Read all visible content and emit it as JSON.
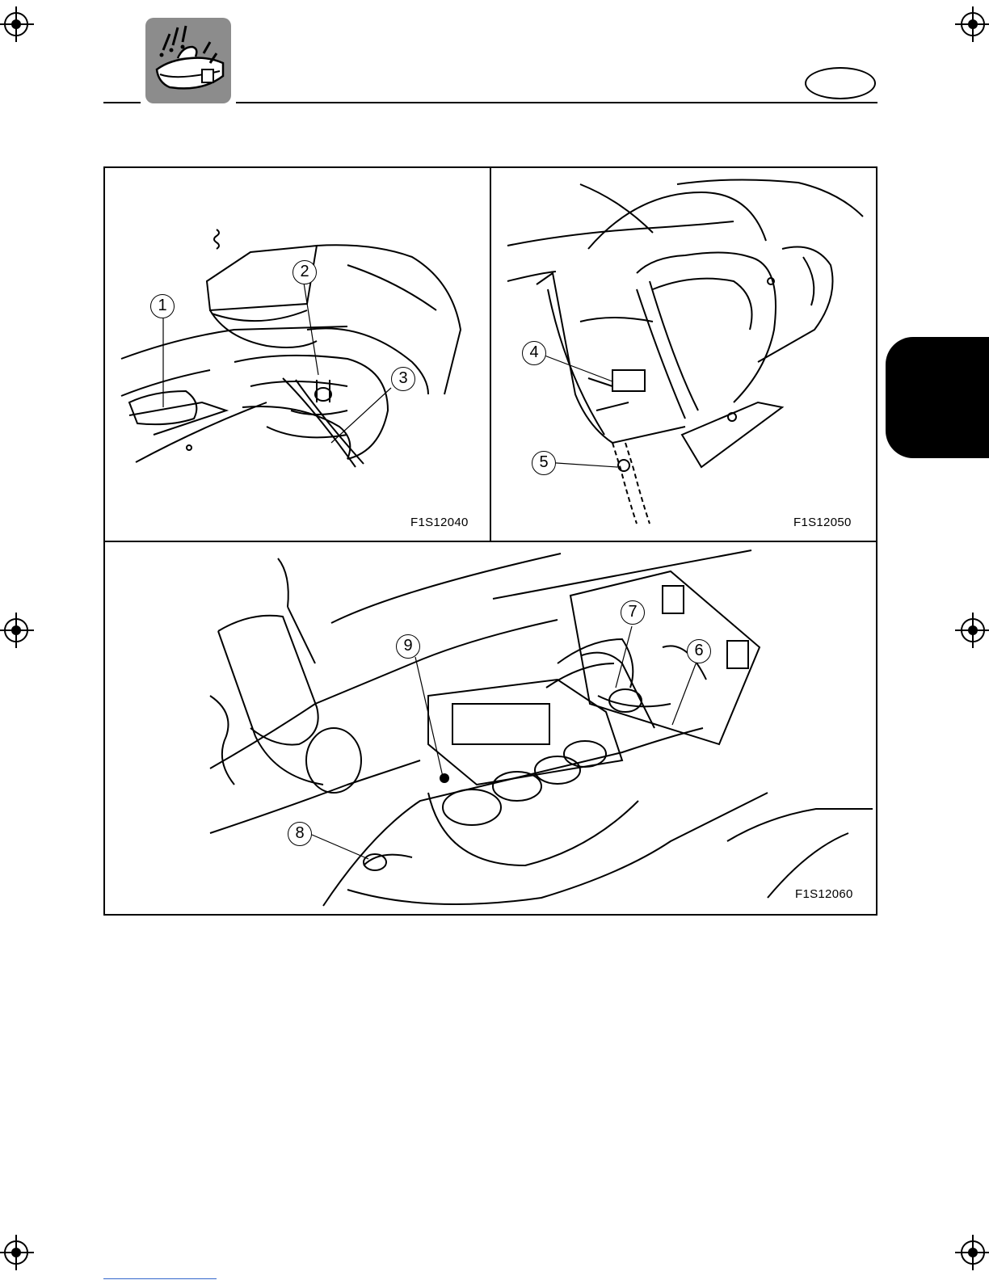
{
  "header": {
    "icon_name": "watercraft-maintenance-icon",
    "language_badge": ""
  },
  "figures": [
    {
      "code": "F1S12040",
      "callouts": [
        "1",
        "2",
        "3"
      ]
    },
    {
      "code": "F1S12050",
      "callouts": [
        "4",
        "5"
      ]
    },
    {
      "code": "F1S12060",
      "callouts": [
        "6",
        "7",
        "8",
        "9"
      ]
    }
  ],
  "colors": {
    "icon_bg": "#8c8c8c",
    "side_tab": "#000000",
    "footer_rule": "#3366cc"
  }
}
